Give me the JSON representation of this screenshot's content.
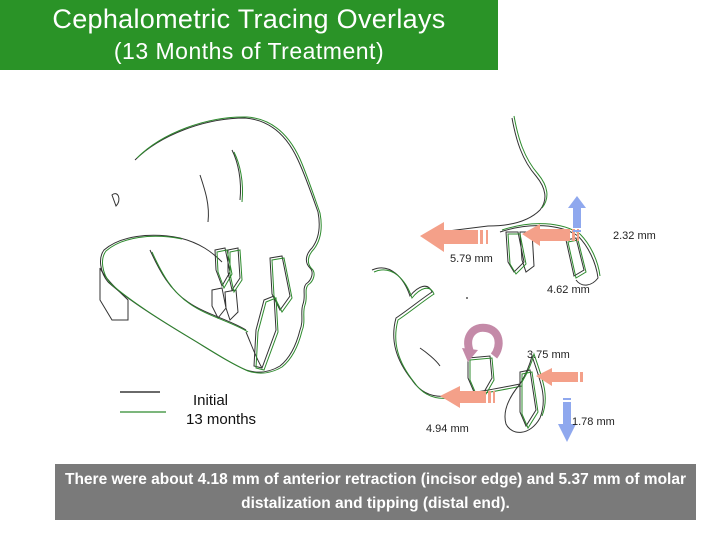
{
  "title": {
    "line1": "Cephalometric Tracing Overlays",
    "line2": "(13 Months of Treatment)"
  },
  "legend": {
    "items": [
      {
        "label": "Initial",
        "color": "#111111"
      },
      {
        "label": "13 months",
        "color": "#2e8b2e"
      }
    ]
  },
  "measurements": {
    "upper_incisor_retraction": "5.79 mm",
    "upper_vertical": "2.32 mm",
    "upper_molar": "4.62 mm",
    "lower_incisor": "3.75 mm",
    "lower_molar": "4.94 mm",
    "lower_vertical": "1.78 mm"
  },
  "caption": "There were about 4.18 mm of anterior retraction (incisor edge) and 5.37 mm of molar distalization and tipping (distal end).",
  "colors": {
    "title_bg": "#2a9327",
    "caption_bg": "#7a7a7a",
    "horizontal_arrow": "#f2a08a",
    "vertical_arrow": "#8fa8ee",
    "rotation_arrow": "#c48aa8"
  }
}
